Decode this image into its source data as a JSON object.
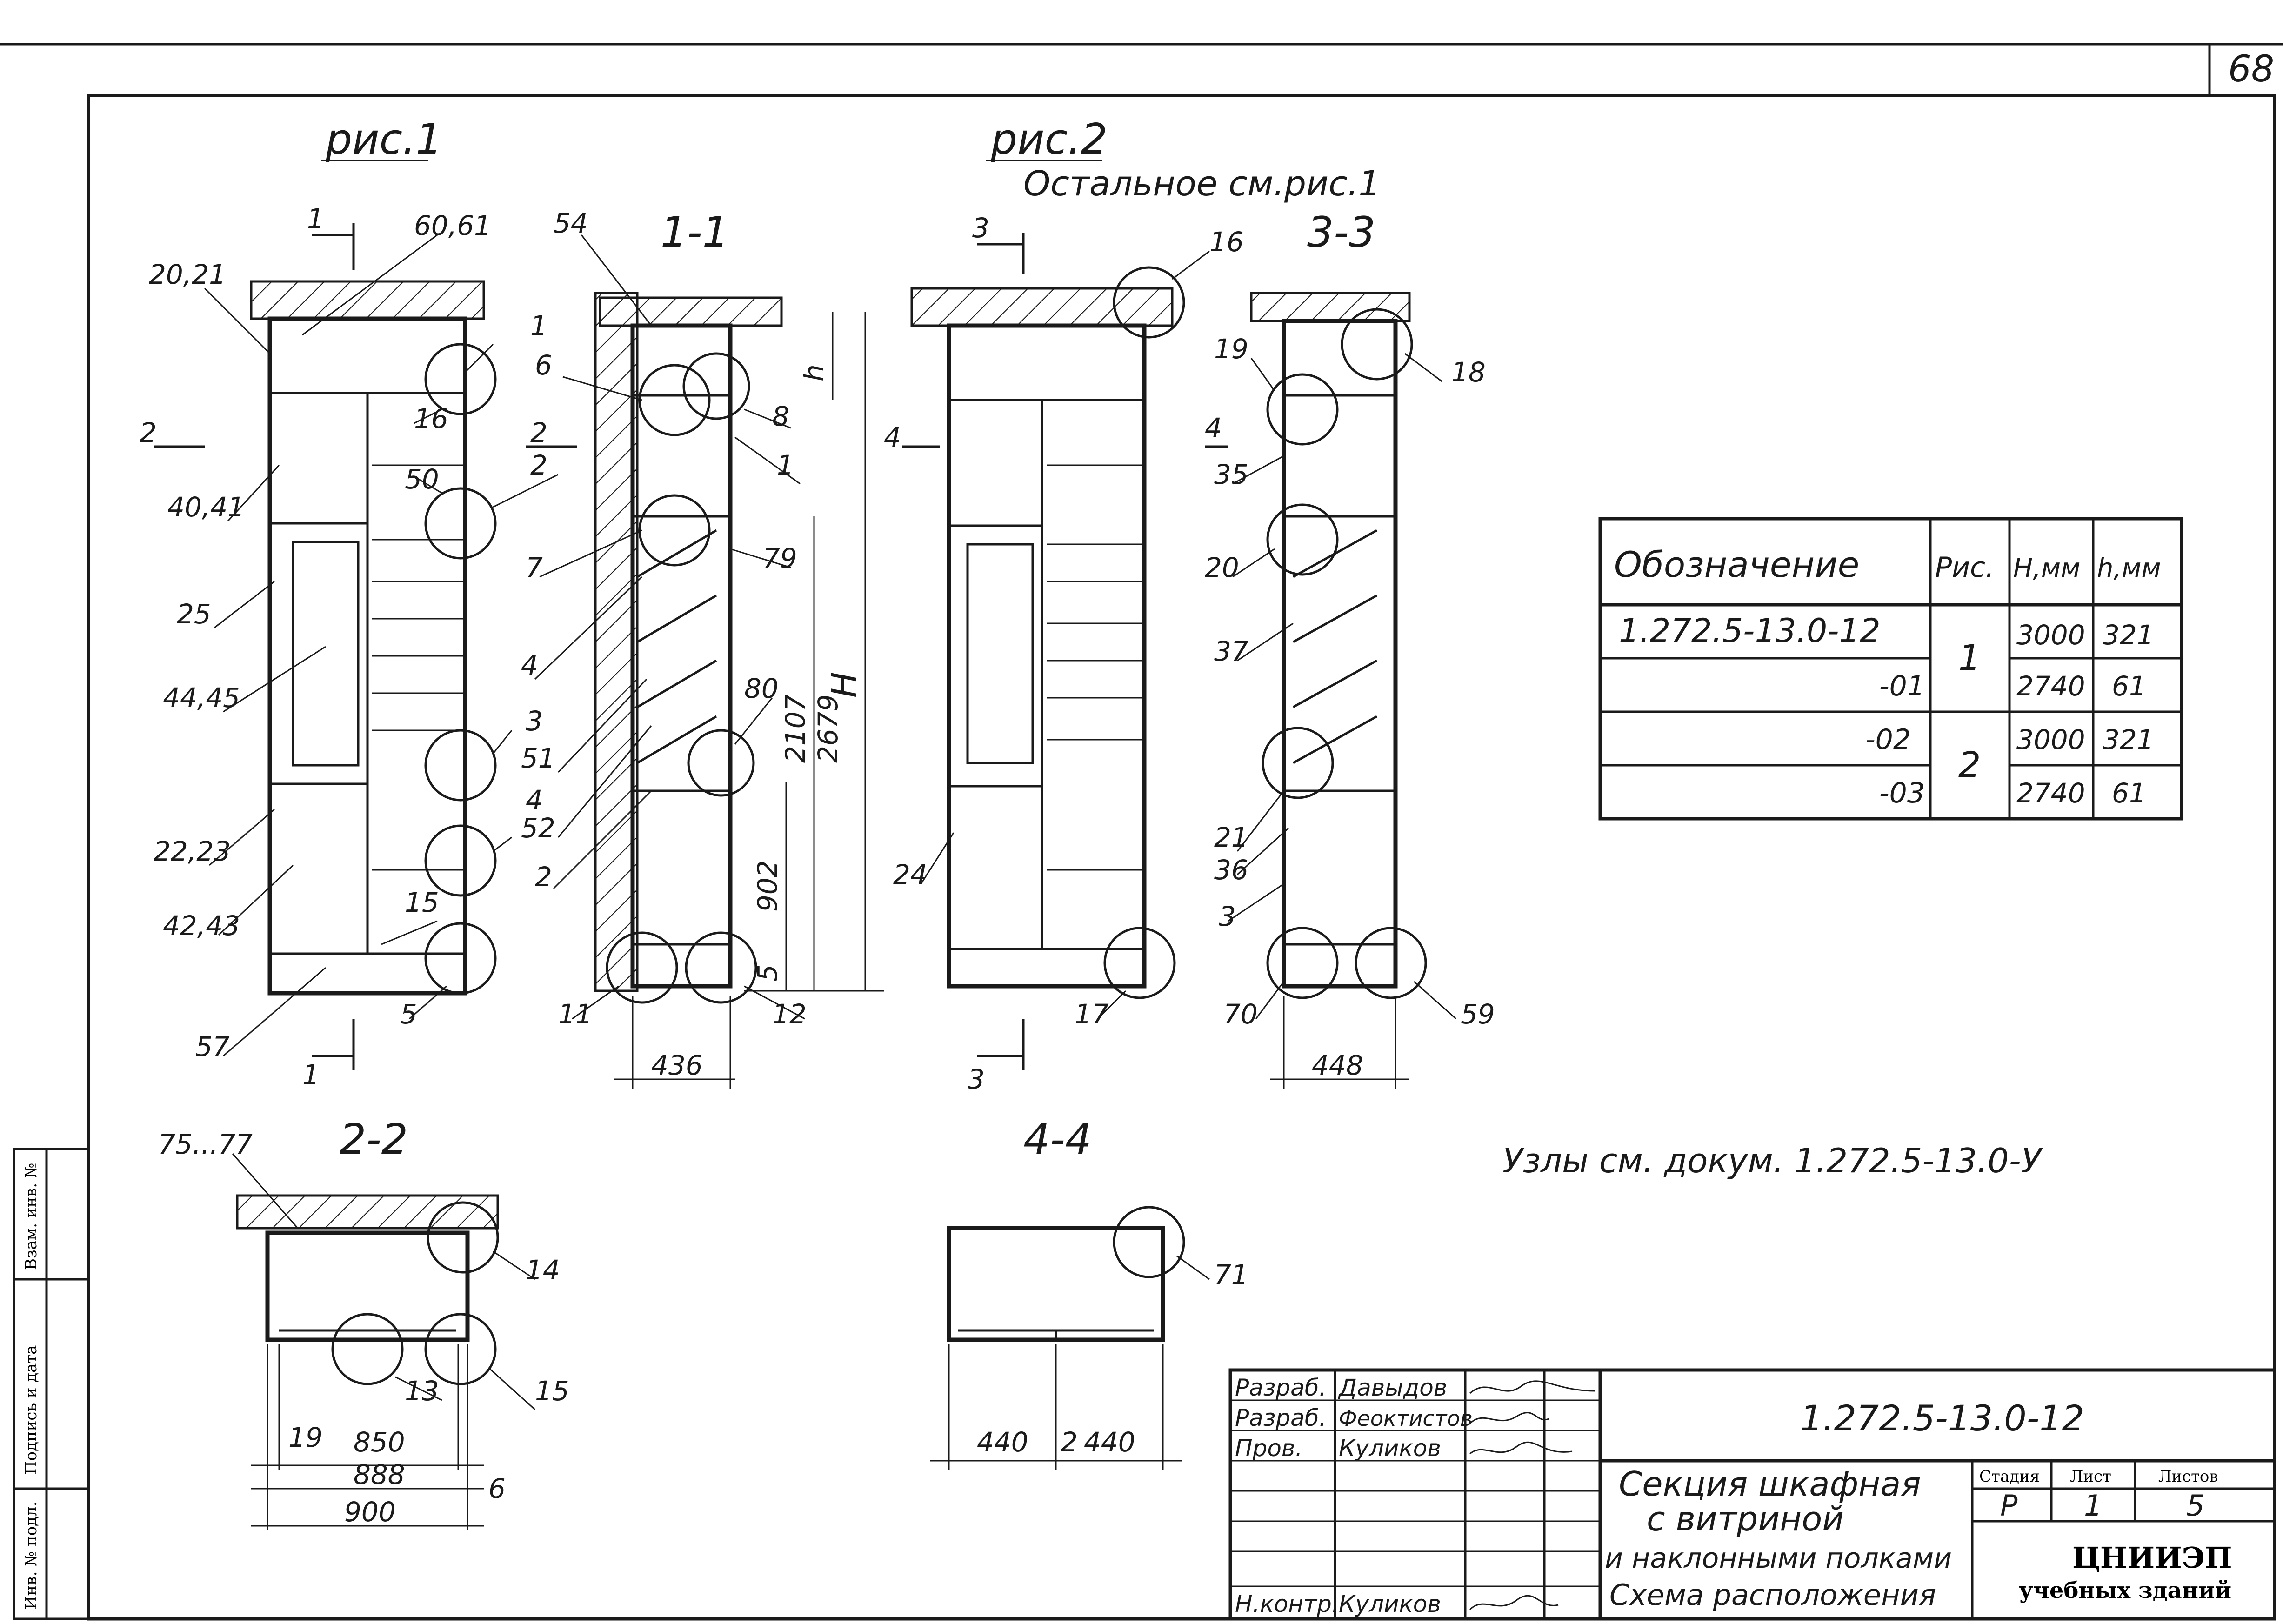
{
  "sheet": {
    "page_number": "68"
  },
  "figures": {
    "fig1": "рис.1",
    "fig2": "рис.2",
    "fig2_note": "Остальное см.рис.1",
    "sec_1_1": "1-1",
    "sec_2_2": "2-2",
    "sec_3_3": "3-3",
    "sec_4_4": "4-4",
    "nodes_note": "Узлы см. докум. 1.272.5-13.0-У"
  },
  "callouts": {
    "fig1": [
      "1",
      "60,61",
      "20,21",
      "1",
      "2",
      "16",
      "2",
      "50",
      "40,41",
      "2",
      "25",
      "44,45",
      "3",
      "22,23",
      "4",
      "15",
      "42,43",
      "5",
      "57",
      "1"
    ],
    "sec1": [
      "54",
      "6",
      "8",
      "1",
      "7",
      "79",
      "4",
      "80",
      "51",
      "52",
      "2",
      "11",
      "12"
    ],
    "fig2": [
      "3",
      "16",
      "4",
      "24",
      "17",
      "3"
    ],
    "sec3": [
      "18",
      "19",
      "4",
      "35",
      "20",
      "37",
      "21",
      "36",
      "3",
      "70",
      "59"
    ],
    "plan2": [
      "75...77",
      "14",
      "13",
      "15",
      "19",
      "6"
    ],
    "plan4": [
      "71"
    ]
  },
  "dimensions": {
    "sec1": [
      "h",
      "H",
      "2107",
      "2679",
      "902",
      "5",
      "436"
    ],
    "sec3": [
      "448"
    ],
    "plan2": [
      "850",
      "888",
      "900"
    ],
    "plan4": [
      "440",
      "2",
      "440"
    ]
  },
  "spec_table": {
    "headers": [
      "Обозначение",
      "Рис.",
      "H,мм",
      "h,мм"
    ],
    "rows": [
      {
        "designation": "1.272.5-13.0-12",
        "fig": "1",
        "H": "3000",
        "h": "321"
      },
      {
        "designation": "-01",
        "fig": "",
        "H": "2740",
        "h": "61"
      },
      {
        "designation": "-02",
        "fig": "2",
        "H": "3000",
        "h": "321"
      },
      {
        "designation": "-03",
        "fig": "",
        "H": "2740",
        "h": "61"
      }
    ]
  },
  "side_stamp": [
    "Инв. № подл.",
    "Подпись и дата",
    "Взам. инв. №"
  ],
  "title_block": {
    "document_code": "1.272.5-13.0-12",
    "roles": [
      {
        "role": "Разраб.",
        "name": "Давыдов"
      },
      {
        "role": "Разраб.",
        "name": "Феоктистов"
      },
      {
        "role": "Пров.",
        "name": "Куликов"
      },
      {
        "role": "Н.контр.",
        "name": "Куликов"
      }
    ],
    "title_lines": [
      "Секция шкафная",
      "с витриной",
      "и наклонными полками",
      "Схема расположения"
    ],
    "stage_header": "Стадия",
    "sheet_header": "Лист",
    "sheets_header": "Листов",
    "stage": "Р",
    "sheet": "1",
    "sheets": "5",
    "org_name": "ЦНИИЭП",
    "org_sub": "учебных зданий"
  }
}
